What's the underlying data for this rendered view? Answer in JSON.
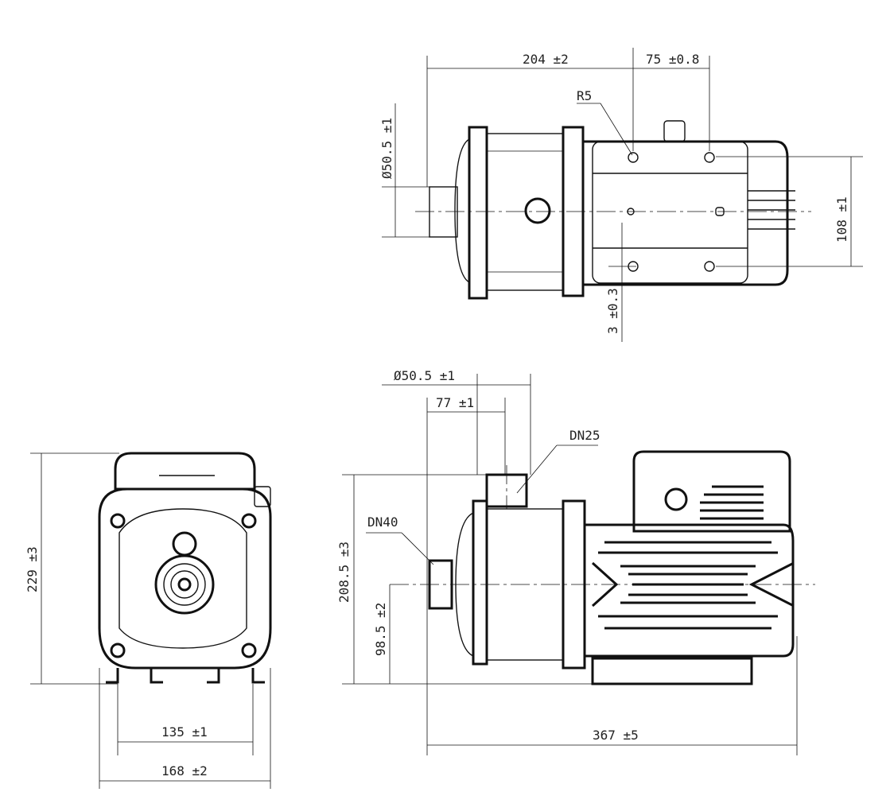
{
  "dimensions": {
    "top_length_to_holes": "204 ±2",
    "top_hole_spacing": "75 ±0.8",
    "top_radius": "R5",
    "top_inlet_diameter": "Ø50.5 ±1",
    "top_hole_width": "108 ±1",
    "top_offset": "3 ±0.3",
    "side_outlet_diameter": "Ø50.5 ±1",
    "side_outlet_offset": "77 ±1",
    "outlet_label": "DN25",
    "inlet_label": "DN40",
    "side_outlet_height": "208.5 ±3",
    "side_axis_height": "98.5 ±2",
    "front_height": "229 ±3",
    "front_feet_spacing": "135 ±1",
    "front_width": "168 ±2",
    "overall_length": "367 ±5"
  }
}
